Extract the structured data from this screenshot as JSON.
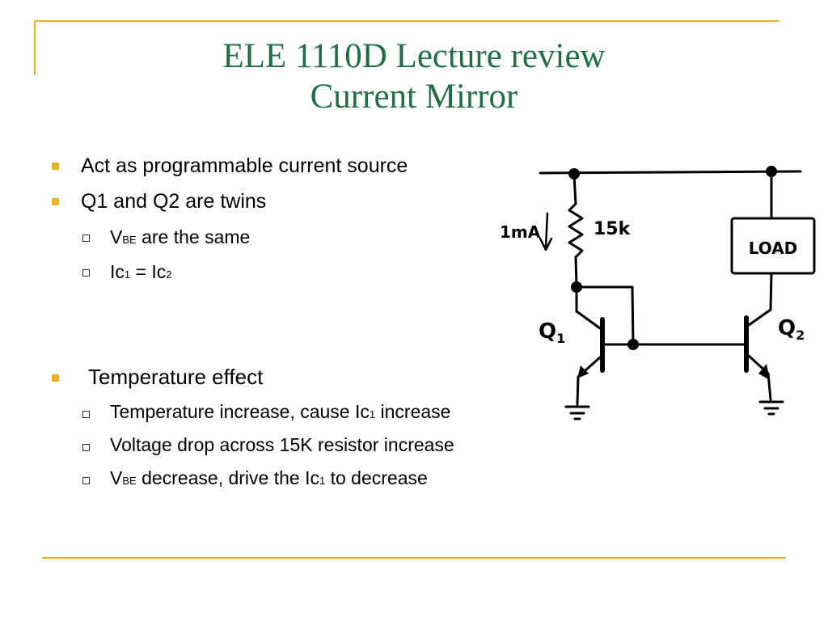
{
  "slide": {
    "title_line1": "ELE 1110D Lecture review",
    "title_line2": "Current Mirror"
  },
  "bullets": {
    "b1": "Act as programmable current source",
    "b2": "Q1 and Q2 are twins",
    "b2_sub1_v": "V",
    "b2_sub1_sub": "BE",
    "b2_sub1_rest": " are the same",
    "b2_sub2_ic1": "Ic",
    "b2_sub2_sub1": "1",
    "b2_sub2_eq": " = Ic",
    "b2_sub2_sub2": "2",
    "b3": "Temperature effect",
    "b3_sub1_a": "Temperature increase, cause Ic",
    "b3_sub1_sub": "1",
    "b3_sub1_b": " increase",
    "b3_sub2": "Voltage drop across 15K resistor increase",
    "b3_sub3_v": "V",
    "b3_sub3_sub": "BE",
    "b3_sub3_b": " decrease, drive the Ic",
    "b3_sub3_sub2": "1",
    "b3_sub3_c": " to decrease"
  },
  "schematic": {
    "current_label": "1mA",
    "resistor_label": "15k",
    "load_label": "LOAD",
    "q1_label": "Q",
    "q1_sub": "1",
    "q2_label": "Q",
    "q2_sub": "2"
  },
  "colors": {
    "title": "#1f6e46",
    "accent": "#e6b430"
  }
}
